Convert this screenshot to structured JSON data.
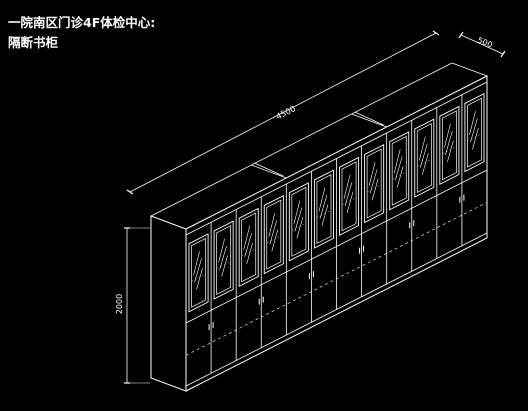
{
  "title": {
    "line1": "一院南区门诊4F体检中心:",
    "line2": "隔断书柜"
  },
  "dimensions": {
    "length": "4500",
    "depth": "500",
    "height": "2000"
  },
  "colors": {
    "background": "#000000",
    "lines": "#ffffff",
    "dashed": "#c8c8c8"
  },
  "cabinet": {
    "door_count": 12,
    "module_count": 3
  }
}
